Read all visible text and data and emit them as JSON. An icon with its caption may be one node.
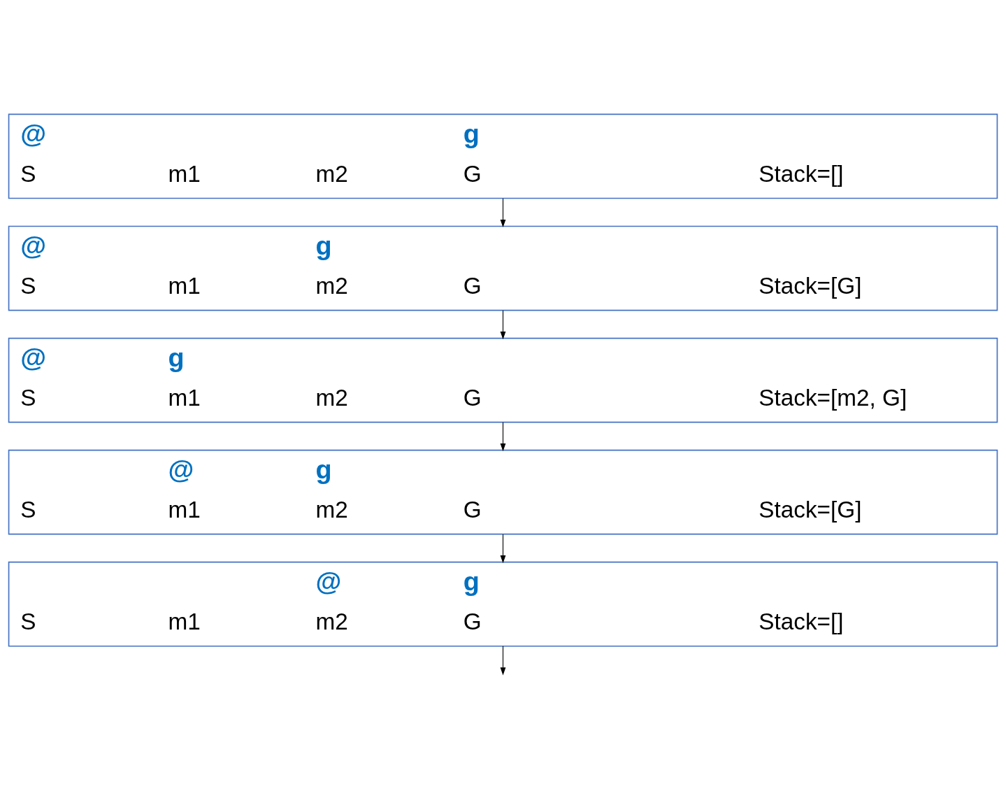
{
  "diagram": {
    "nodes": [
      {
        "text": [
          "@",
          "g",
          "S",
          "m1",
          "m2",
          "G",
          "Stack=[]"
        ]
      },
      {
        "text": [
          "@",
          "g",
          "S",
          "m1",
          "m2",
          "G",
          "Stack=[G]"
        ]
      },
      {
        "text": [
          "@",
          "g",
          "S",
          "m1",
          "m2",
          "G",
          "Stack=[m2, G]"
        ]
      },
      {
        "text": [
          "@",
          "g",
          "S",
          "m1",
          "m2",
          "G",
          "Stack=[G]"
        ]
      },
      {
        "text": [
          "@",
          "g",
          "S",
          "m1",
          "m2",
          "G",
          "Stack=[]"
        ]
      }
    ],
    "edges": [
      {
        "from": 0,
        "to": 1,
        "arrow": "to"
      },
      {
        "from": 1,
        "to": 2,
        "arrow": "to"
      },
      {
        "from": 2,
        "to": 3,
        "arrow": "to"
      },
      {
        "from": 3,
        "to": 4,
        "arrow": "to"
      },
      {
        "from": 4,
        "to": null,
        "arrow": "to"
      }
    ]
  }
}
